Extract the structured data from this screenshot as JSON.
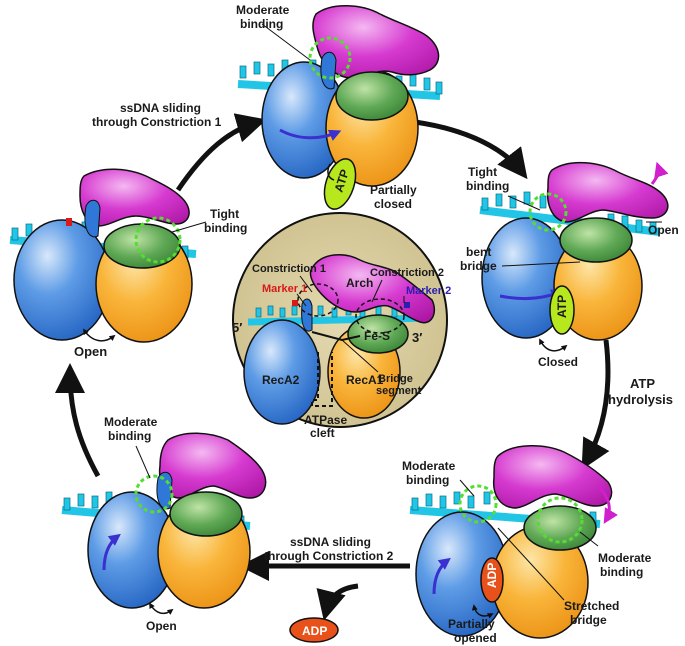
{
  "center": {
    "constriction1": "Constriction 1",
    "constriction2": "Constriction 2",
    "arch": "Arch",
    "marker1": "Marker 1",
    "marker2": "Marker 2",
    "five_prime": "5′",
    "three_prime": "3′",
    "fes": "Fe-S",
    "reca2": "RecA2",
    "reca1": "RecA1",
    "bridge_line1": "Bridge",
    "bridge_line2": "segment",
    "atpase_line1": "ATPase",
    "atpase_line2": "cleft"
  },
  "states": {
    "top": {
      "binding_line1": "Moderate",
      "binding_line2": "binding",
      "nucleotide": "ATP",
      "status_line1": "Partially",
      "status_line2": "closed"
    },
    "right_upper": {
      "binding_line1": "Tight",
      "binding_line2": "binding",
      "status_open": "Open",
      "bridge_line1": "bent",
      "bridge_line2": "bridge",
      "nucleotide": "ATP",
      "status_closed": "Closed"
    },
    "right_lower": {
      "binding_left_line1": "Moderate",
      "binding_left_line2": "binding",
      "binding_right_line1": "Moderate",
      "binding_right_line2": "binding",
      "nucleotide": "ADP",
      "status_line1": "Partially",
      "status_line2": "opened",
      "bridge_line1": "Stretched",
      "bridge_line2": "bridge"
    },
    "left_lower": {
      "binding_line1": "Moderate",
      "binding_line2": "binding",
      "status": "Open"
    },
    "left_upper": {
      "binding_line1": "Tight",
      "binding_line2": "binding",
      "status": "Open"
    }
  },
  "transitions": {
    "top_left_line1": "ssDNA sliding",
    "top_left_line2": "through Constriction 1",
    "right_line1": "ATP",
    "right_line2": "hydrolysis",
    "bottom_line1": "ssDNA sliding",
    "bottom_line2": "through Constriction 2",
    "released": "ADP"
  },
  "colors": {
    "reca2": "#2f78d8",
    "reca1": "#f6a41e",
    "arch": "#c81fc2",
    "fes": "#3a8a3a",
    "dna": "#21c6e6",
    "atp": "#b6e81d",
    "adp": "#e8521a",
    "panel": "#d6c898",
    "contact": "#55dd33"
  }
}
